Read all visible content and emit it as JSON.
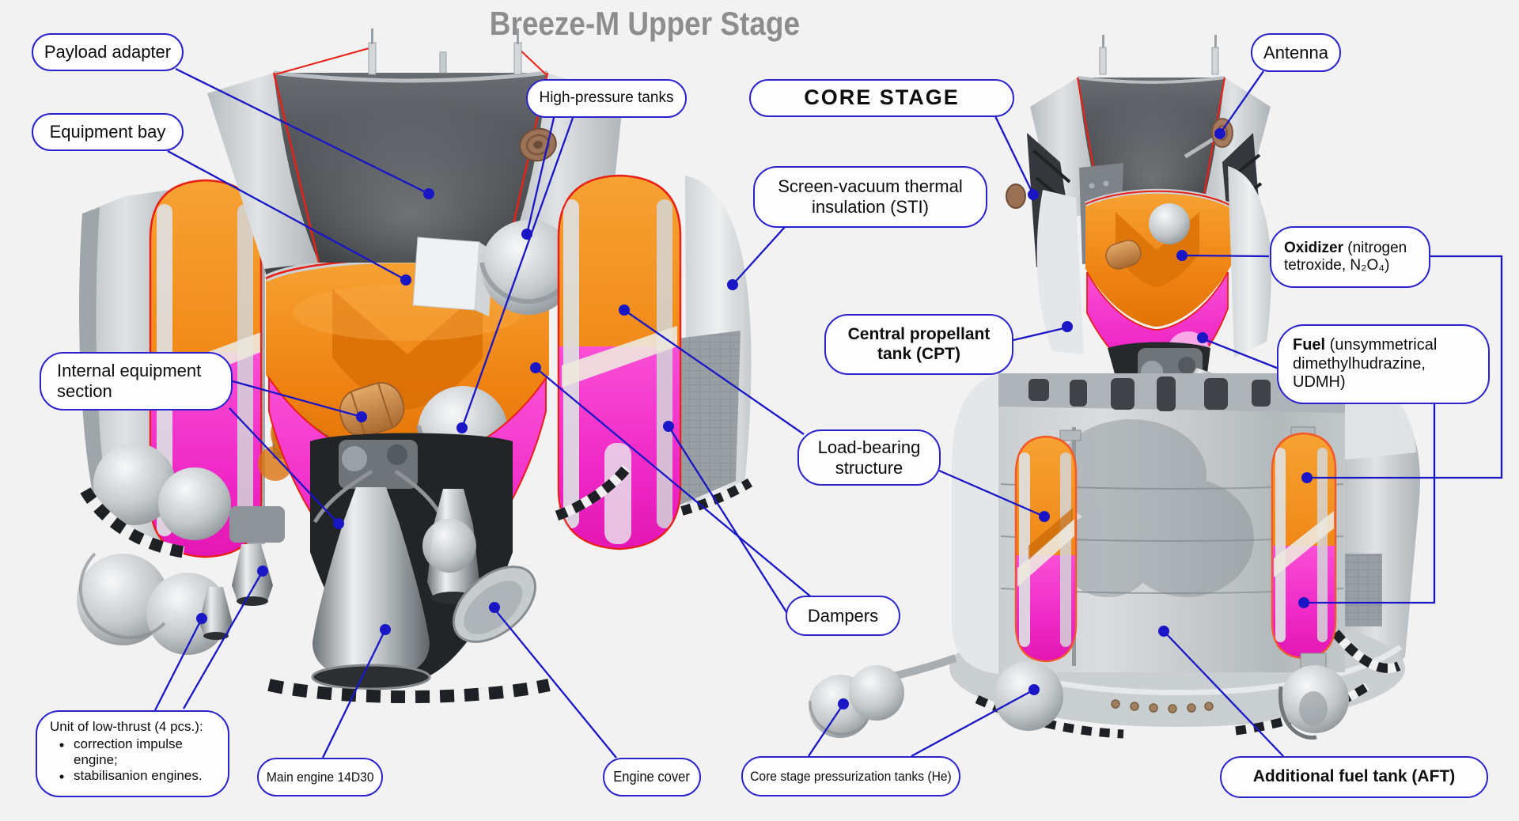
{
  "title": "Breeze-M Upper Stage",
  "labels": {
    "payload_adapter": {
      "text": "Payload adapter"
    },
    "equipment_bay": {
      "text": "Equipment bay"
    },
    "high_pressure_tanks": {
      "text": "High-pressure tanks"
    },
    "core_stage": {
      "text": "CORE STAGE"
    },
    "antenna": {
      "text": "Antenna"
    },
    "sti": {
      "text": "Screen-vacuum thermal insulation (STI)"
    },
    "oxidizer": {
      "bold": "Oxidizer",
      "rest": " (nitrogen tetroxide, N₂O₄)"
    },
    "cpt": {
      "text": "Central propellant tank (CPT)"
    },
    "fuel": {
      "bold": "Fuel",
      "rest": " (unsymmetrical dimethylhudrazine, UDMH)"
    },
    "internal_equipment": {
      "text": "Internal equipment section"
    },
    "load_bearing": {
      "text": "Load-bearing structure"
    },
    "dampers": {
      "text": "Dampers"
    },
    "low_thrust": {
      "title": "Unit of low-thrust (4 pcs.):",
      "bullets": [
        "correction impulse engine;",
        "stabilisanion engines."
      ]
    },
    "main_engine": {
      "text": "Main engine 14D30"
    },
    "engine_cover": {
      "text": "Engine cover"
    },
    "pressurization": {
      "text": "Core stage pressurization tanks (He)"
    },
    "aft": {
      "text": "Additional fuel tank (AFT)"
    }
  },
  "colors": {
    "background": "#f2f2f3",
    "label_bg": "#fdfdfe",
    "label_border_blue": "#2a23cb",
    "leader_line_blue": "#1a16c6",
    "title_gray": "#8d8d90",
    "oxidizer_orange": "#f08418",
    "fuel_magenta": "#f02cc8",
    "cutaway_red": "#e92015",
    "text": "#0d0d0d"
  }
}
